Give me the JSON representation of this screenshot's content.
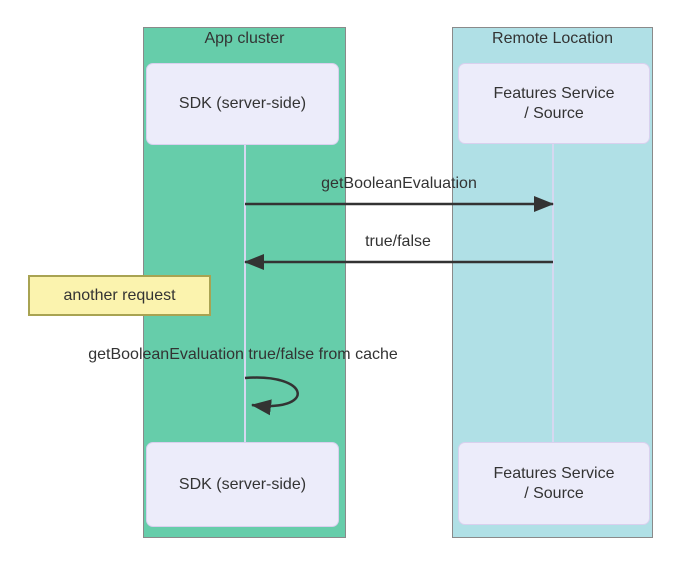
{
  "clusters": [
    {
      "title": "App cluster",
      "fill": "#66CDAA"
    },
    {
      "title": "Remote Location",
      "fill": "#B0E0E6"
    }
  ],
  "actors": [
    {
      "label": "SDK (server-side)"
    },
    {
      "label": "Features Service\n/ Source"
    },
    {
      "label": "SDK (server-side)"
    },
    {
      "label": "Features Service\n/ Source"
    }
  ],
  "messages": [
    {
      "label": "getBooleanEvaluation",
      "from": "SDK (server-side)",
      "to": "Features Service / Source",
      "direction": "left-to-right"
    },
    {
      "label": "true/false",
      "from": "Features Service / Source",
      "to": "SDK (server-side)",
      "direction": "right-to-left"
    },
    {
      "label": "getBooleanEvaluation true/false from cache",
      "from": "SDK (server-side)",
      "to": "SDK (server-side)",
      "direction": "self-loop"
    }
  ],
  "note": {
    "text": "another request",
    "fill": "#FBF3AE",
    "border": "#A8A352"
  },
  "colors": {
    "actor_fill": "#ECECFA",
    "actor_border": "#D9D0EE",
    "line": "#333333",
    "lifeline": "#D5D8F0",
    "text": "#333333"
  }
}
